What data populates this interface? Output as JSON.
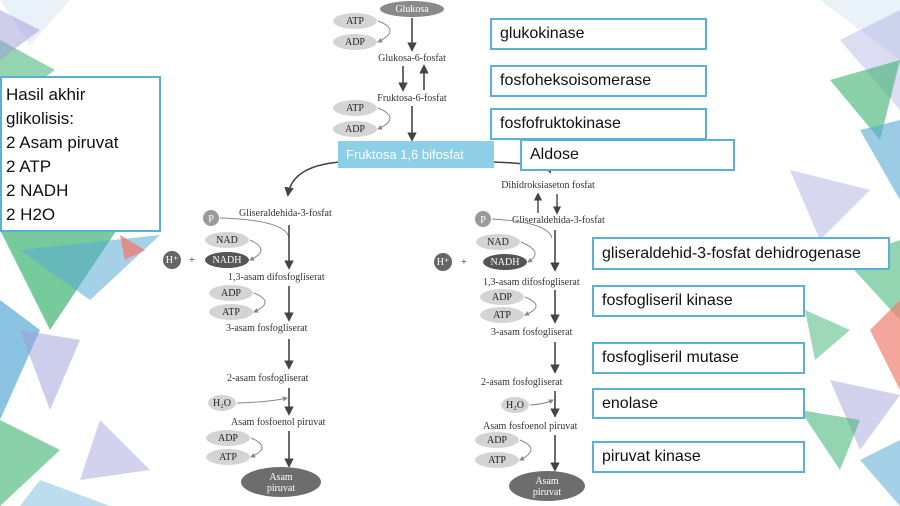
{
  "summary": {
    "title_line1": "Hasil akhir",
    "title_line2": "glikolisis:",
    "items": [
      "2 Asam piruvat",
      "2 ATP",
      "2 NADH",
      "2 H2O"
    ]
  },
  "enzymes": {
    "glukokinase": "glukokinase",
    "fosfoheksoisomerase": "fosfoheksoisomerase",
    "fosfofruktokinase": "fosfofruktokinase",
    "aldose": "Aldose",
    "gapdh": "gliseraldehid-3-fosfat dehidrogenase",
    "fosfogliseril_kinase": "fosfogliseril kinase",
    "fosfogliseril_mutase": "fosfogliseril mutase",
    "enolase": "enolase",
    "piruvat_kinase": "piruvat kinase"
  },
  "fruktosa_label": "Fruktosa 1,6 bifosfat",
  "pathway": {
    "glukosa": "Glukosa",
    "atp": "ATP",
    "adp": "ADP",
    "glukosa_6_fosfat": "Glukosa-6-fosfat",
    "fruktosa_6_fosfat": "Fruktosa-6-fosfat",
    "dihidroksiaseton_fosfat": "Dihidroksiaseton fosfat",
    "gliseraldehida_3_fosfat": "Gliseraldehida-3-fosfat",
    "p": "P",
    "nad": "NAD",
    "nadh": "NADH",
    "h": "H⁺",
    "plus": "+",
    "difosfogliserat": "1,3-asam difosfogliserat",
    "asam_3_fosfogliserat": "3-asam fosfogliserat",
    "asam_2_fosfogliserat": "2-asam fosfogliserat",
    "h2o": "H₂O",
    "fosfoenol": "Asam fosfoenol piruvat",
    "asam": "Asam",
    "piruvat": "piruvat"
  },
  "colors": {
    "accent_border": "#5ab0d6",
    "fruktosa_fill": "#8ecfe8",
    "deco_green": "#3cb371",
    "deco_blue": "#5aa9d6",
    "deco_lavender": "#9b9bd9",
    "deco_salmon": "#f08070"
  }
}
